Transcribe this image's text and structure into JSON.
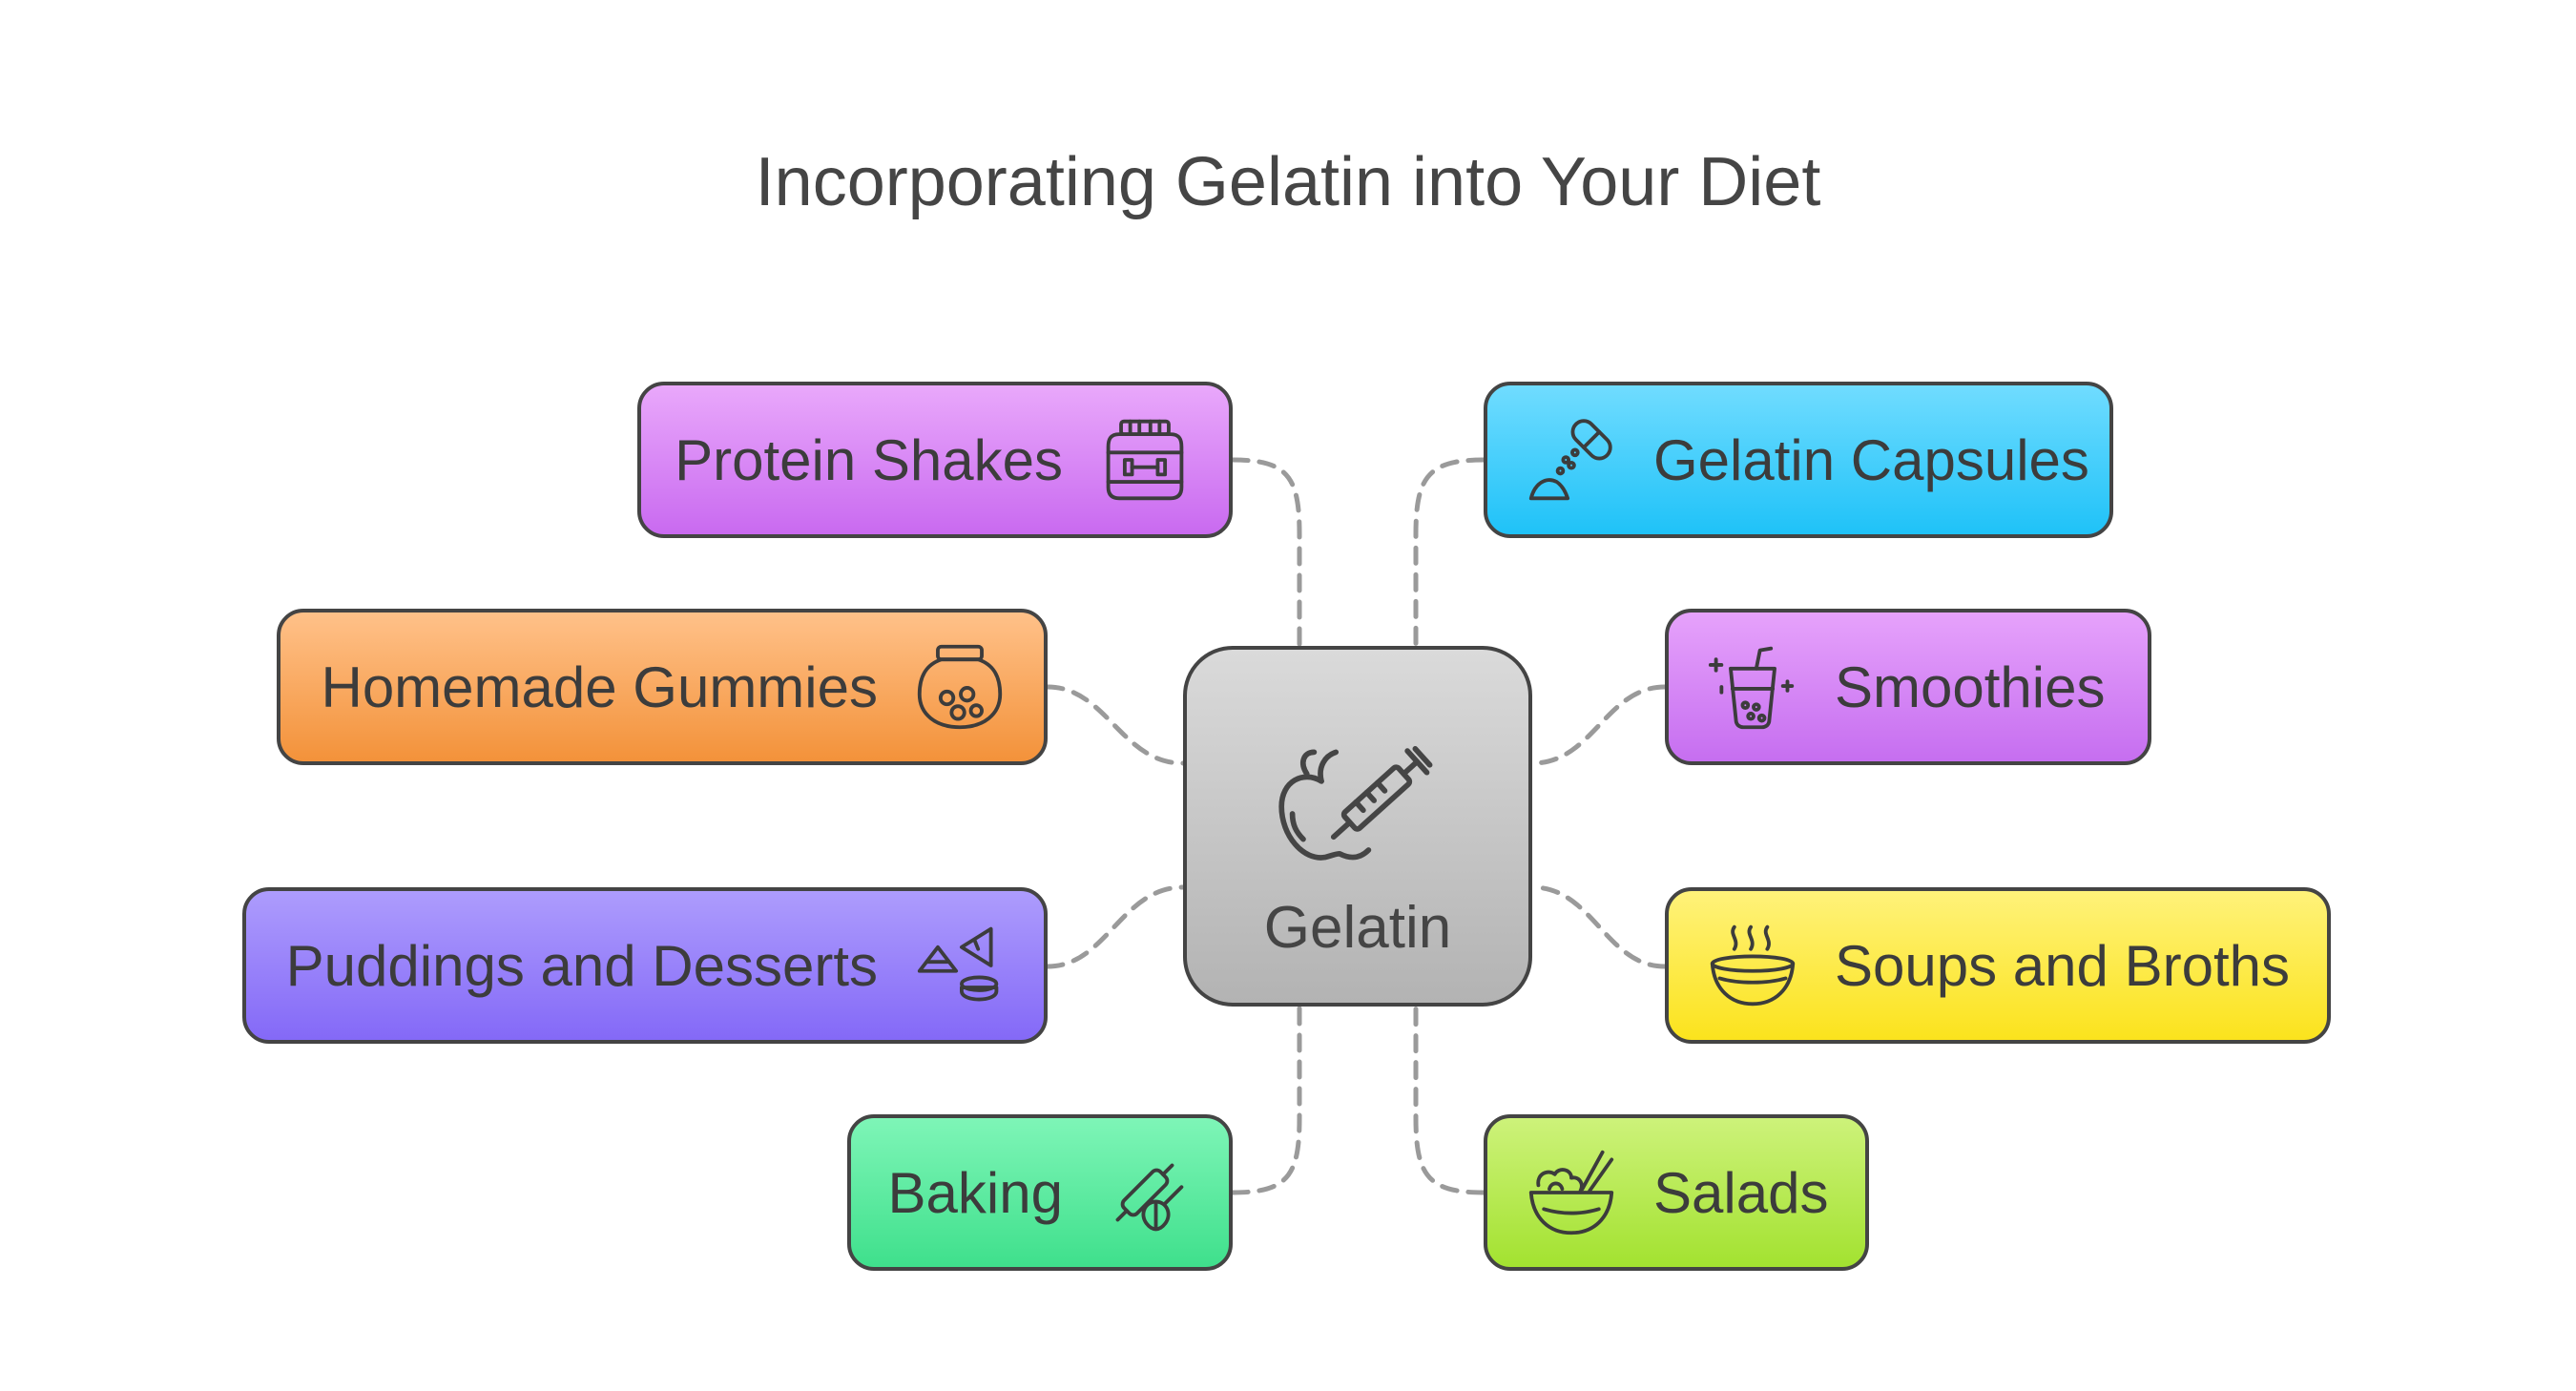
{
  "title": "Incorporating Gelatin into Your Diet",
  "center": {
    "label": "Gelatin",
    "icon": "apple-syringe-icon",
    "colors": [
      "#dadada",
      "#b3b3b3"
    ]
  },
  "nodes": [
    {
      "id": "protein-shakes",
      "label": "Protein Shakes",
      "icon": "protein-jar-icon",
      "colors": [
        "#e9a8fb",
        "#c96af0"
      ]
    },
    {
      "id": "homemade-gummies",
      "label": "Homemade Gummies",
      "icon": "gummy-jar-icon",
      "colors": [
        "#ffc189",
        "#f3923a"
      ]
    },
    {
      "id": "puddings-and-desserts",
      "label": "Puddings and Desserts",
      "icon": "dessert-icon",
      "colors": [
        "#ad9cfd",
        "#8469f7"
      ]
    },
    {
      "id": "baking",
      "label": "Baking",
      "icon": "rolling-pin-whisk-icon",
      "colors": [
        "#7ef5b7",
        "#3fe08c"
      ]
    },
    {
      "id": "gelatin-capsules",
      "label": "Gelatin Capsules",
      "icon": "capsule-icon",
      "colors": [
        "#70dcff",
        "#1fc2f8"
      ]
    },
    {
      "id": "smoothies",
      "label": "Smoothies",
      "icon": "smoothie-cup-icon",
      "colors": [
        "#e6a2fb",
        "#c66ef0"
      ]
    },
    {
      "id": "soups-and-broths",
      "label": "Soups and Broths",
      "icon": "soup-bowl-icon",
      "colors": [
        "#fff27a",
        "#fbe31d"
      ]
    },
    {
      "id": "salads",
      "label": "Salads",
      "icon": "salad-bowl-icon",
      "colors": [
        "#cdf27a",
        "#a3e230"
      ]
    }
  ]
}
